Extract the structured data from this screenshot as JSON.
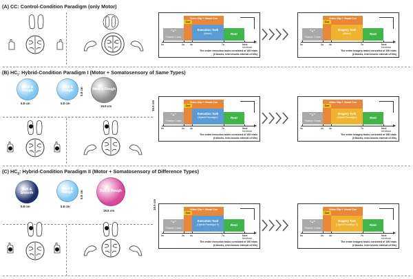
{
  "sections": [
    {
      "title_prefix": "(A) CC: ",
      "title": "Control-Condition Paradigm (only Motor)",
      "timelines": [
        {
          "task": "Execution Task",
          "task_sub": "(Motor)",
          "note1": "The entire execution tasks consisted of 150 trials",
          "note2": "(3 blocks, inter-blocks interval of 60s)"
        },
        {
          "task": "Imagery Task",
          "task_sub": "(Motor)",
          "note1": "The entire imagery tasks consisted of 150 trials",
          "note2": "(3 blocks, inter-blocks interval of 60s)"
        }
      ]
    },
    {
      "title_prefix": "(B) HC",
      "title_sub": "I",
      "title": ": Hybrid-Condition Paradigm I (Motor + Somatosensory of Same Types)",
      "balls": [
        {
          "label": "Hard & Rough",
          "size": "5.8 cm"
        },
        {
          "label": "Hard & Rough",
          "size": "5.8 cm"
        },
        {
          "label": "Hard & Rough",
          "size": "16.5 cm"
        }
      ],
      "dims": {
        "small_height": "5.8 cm",
        "large_height": "16.5 cm"
      },
      "timelines": [
        {
          "task": "Execution Task",
          "task_sub": "(Hybrid Paradigm)",
          "note1": "The entire execution tasks consisted of 150 trials",
          "note2": "(3 blocks, inter-blocks interval of 60s)"
        },
        {
          "task": "Imagery Task",
          "task_sub": "(Hybrid Paradigm)",
          "note1": "The entire imagery tasks consisted of 150 trials",
          "note2": "(3 blocks, inter-blocks interval of 60s)"
        }
      ]
    },
    {
      "title_prefix": "(C) HC",
      "title_sub": "II",
      "title": ": Hybrid-Condition Paradigm II (Motor + Somatosensory of Difference Types)",
      "balls": [
        {
          "label": "Soft & Smooth",
          "size": "5.8 cm"
        },
        {
          "label": "Hard & Rough",
          "size": "5.8 cm"
        },
        {
          "label": "Soft & Rough",
          "size": "16.5 cm"
        }
      ],
      "dims": {
        "small_height": "5.8 cm",
        "large_height": "16.5 cm"
      },
      "timelines": [
        {
          "task": "Execution Task",
          "task_sub": "(Hybrid Paradigm II)",
          "note1": "The entire execution tasks consisted of 150 trials",
          "note2": "(3 blocks, inter-blocks interval of 60s)"
        },
        {
          "task": "Imagery Task",
          "task_sub": "(Hybrid Paradigm II)",
          "note1": "The entire imagery tasks consisted of 150 trials",
          "note2": "(3 blocks, inter-blocks interval of 60s)"
        }
      ]
    }
  ],
  "timeline_common": {
    "video_label": "Video Clip + Visual Cue",
    "cue_label": "Cue",
    "fixation_label": "\"+\"",
    "fixation_sub": "Fixation Cross",
    "rest_label": "Rest",
    "ticks": [
      "0s",
      "2s",
      "4s",
      "7s",
      "Next"
    ],
    "next_sub": "feedback"
  },
  "colors": {
    "fixation": "#a9a9a9",
    "video": "#e8873a",
    "cue": "#f2c21b",
    "exec_task": "#5b9bd5",
    "imag_task": "#f0b330",
    "rest": "#3fb54a",
    "ball_blue": "#7fc6f2",
    "ball_grey": "#8c8c8c",
    "ball_dark": "#1c2e6a",
    "ball_pink": "#d8489b"
  }
}
